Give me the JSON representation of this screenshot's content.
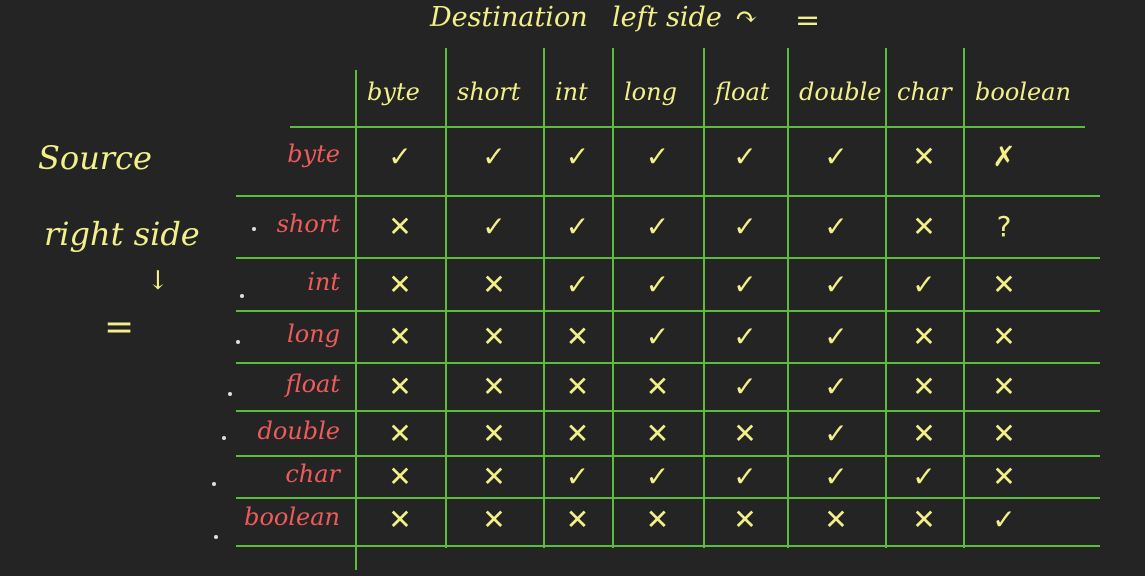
{
  "header": {
    "destination": "Destination",
    "left_side": "left side",
    "arrow": "↷",
    "equals": "="
  },
  "source": {
    "word": "Source",
    "right_side": "right side",
    "arrow": "↓",
    "equals": "="
  },
  "columns": [
    "byte",
    "short",
    "int",
    "long",
    "float",
    "double",
    "char",
    "boolean"
  ],
  "rows": [
    {
      "label": "byte",
      "cells": [
        "✓",
        "✓",
        "✓",
        "✓",
        "✓",
        "✓",
        "✕",
        "✗"
      ]
    },
    {
      "label": "short",
      "cells": [
        "✕",
        "✓",
        "✓",
        "✓",
        "✓",
        "✓",
        "✕",
        "?"
      ]
    },
    {
      "label": "int",
      "cells": [
        "✕",
        "✕",
        "✓",
        "✓",
        "✓",
        "✓",
        "✓",
        "✕"
      ]
    },
    {
      "label": "long",
      "cells": [
        "✕",
        "✕",
        "✕",
        "✓",
        "✓",
        "✓",
        "✕",
        "✕"
      ]
    },
    {
      "label": "float",
      "cells": [
        "✕",
        "✕",
        "✕",
        "✕",
        "✓",
        "✓",
        "✕",
        "✕"
      ]
    },
    {
      "label": "double",
      "cells": [
        "✕",
        "✕",
        "✕",
        "✕",
        "✕",
        "✓",
        "✕",
        "✕"
      ]
    },
    {
      "label": "char",
      "cells": [
        "✕",
        "✕",
        "✓",
        "✓",
        "✓",
        "✓",
        "✓",
        "✕"
      ]
    },
    {
      "label": "boolean",
      "cells": [
        "✕",
        "✕",
        "✕",
        "✕",
        "✕",
        "✕",
        "✕",
        "✓"
      ]
    }
  ],
  "colors": {
    "background": "#242424",
    "ink": "#f3f08a",
    "row_label": "#ee5b5b",
    "grid": "#5bbd3c"
  }
}
